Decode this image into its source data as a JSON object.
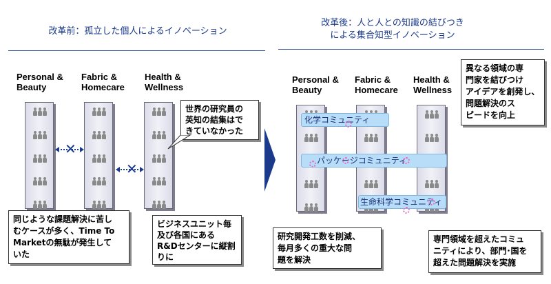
{
  "before": {
    "heading": "改革前：孤立した個人によるイノベーション",
    "divisions": [
      {
        "line1": "Personal &",
        "line2": "Beauty"
      },
      {
        "line1": "Fabric &",
        "line2": "Homecare"
      },
      {
        "line1": "Health &",
        "line2": "Wellness"
      }
    ],
    "callout": "世界の研究員の\n英知の結集はで\nきていなかった",
    "note_left": "同じような課題解決に苦し\nむケースが多く、Time To\nMarketの無駄が発生して\nいた",
    "note_right": "ビジネスユニット毎\n及び各国にある\nR&Dセンターに縦割\nりに"
  },
  "after": {
    "heading_line1": "改革後：人と人との知識の結びつき",
    "heading_line2": "による集合知型イノベーション",
    "divisions": [
      {
        "line1": "Personal &",
        "line2": "Beauty"
      },
      {
        "line1": "Fabric &",
        "line2": "Homecare"
      },
      {
        "line1": "Health &",
        "line2": "Wellness"
      }
    ],
    "communities": [
      "化学コミュニティ",
      "パッケージコミュニティ",
      "生命科学コミュニティ"
    ],
    "callout": "異なる領域の専\n門家を結びつけ\nアイデアを創発し、\n問題解決のス\nピードを向上",
    "note_left": "研究開発工数を削減、\n毎月多くの重大な問\n題を解決",
    "note_right": "専門領域を超えたコミュ\nニティにより、部門･国を\n超えた問題解決を実施"
  },
  "colors": {
    "accent": "#1b3a8c",
    "community_fill": "#b8ddf8",
    "connector": "#e26ec4",
    "column_fill": "#e8e8f2"
  }
}
